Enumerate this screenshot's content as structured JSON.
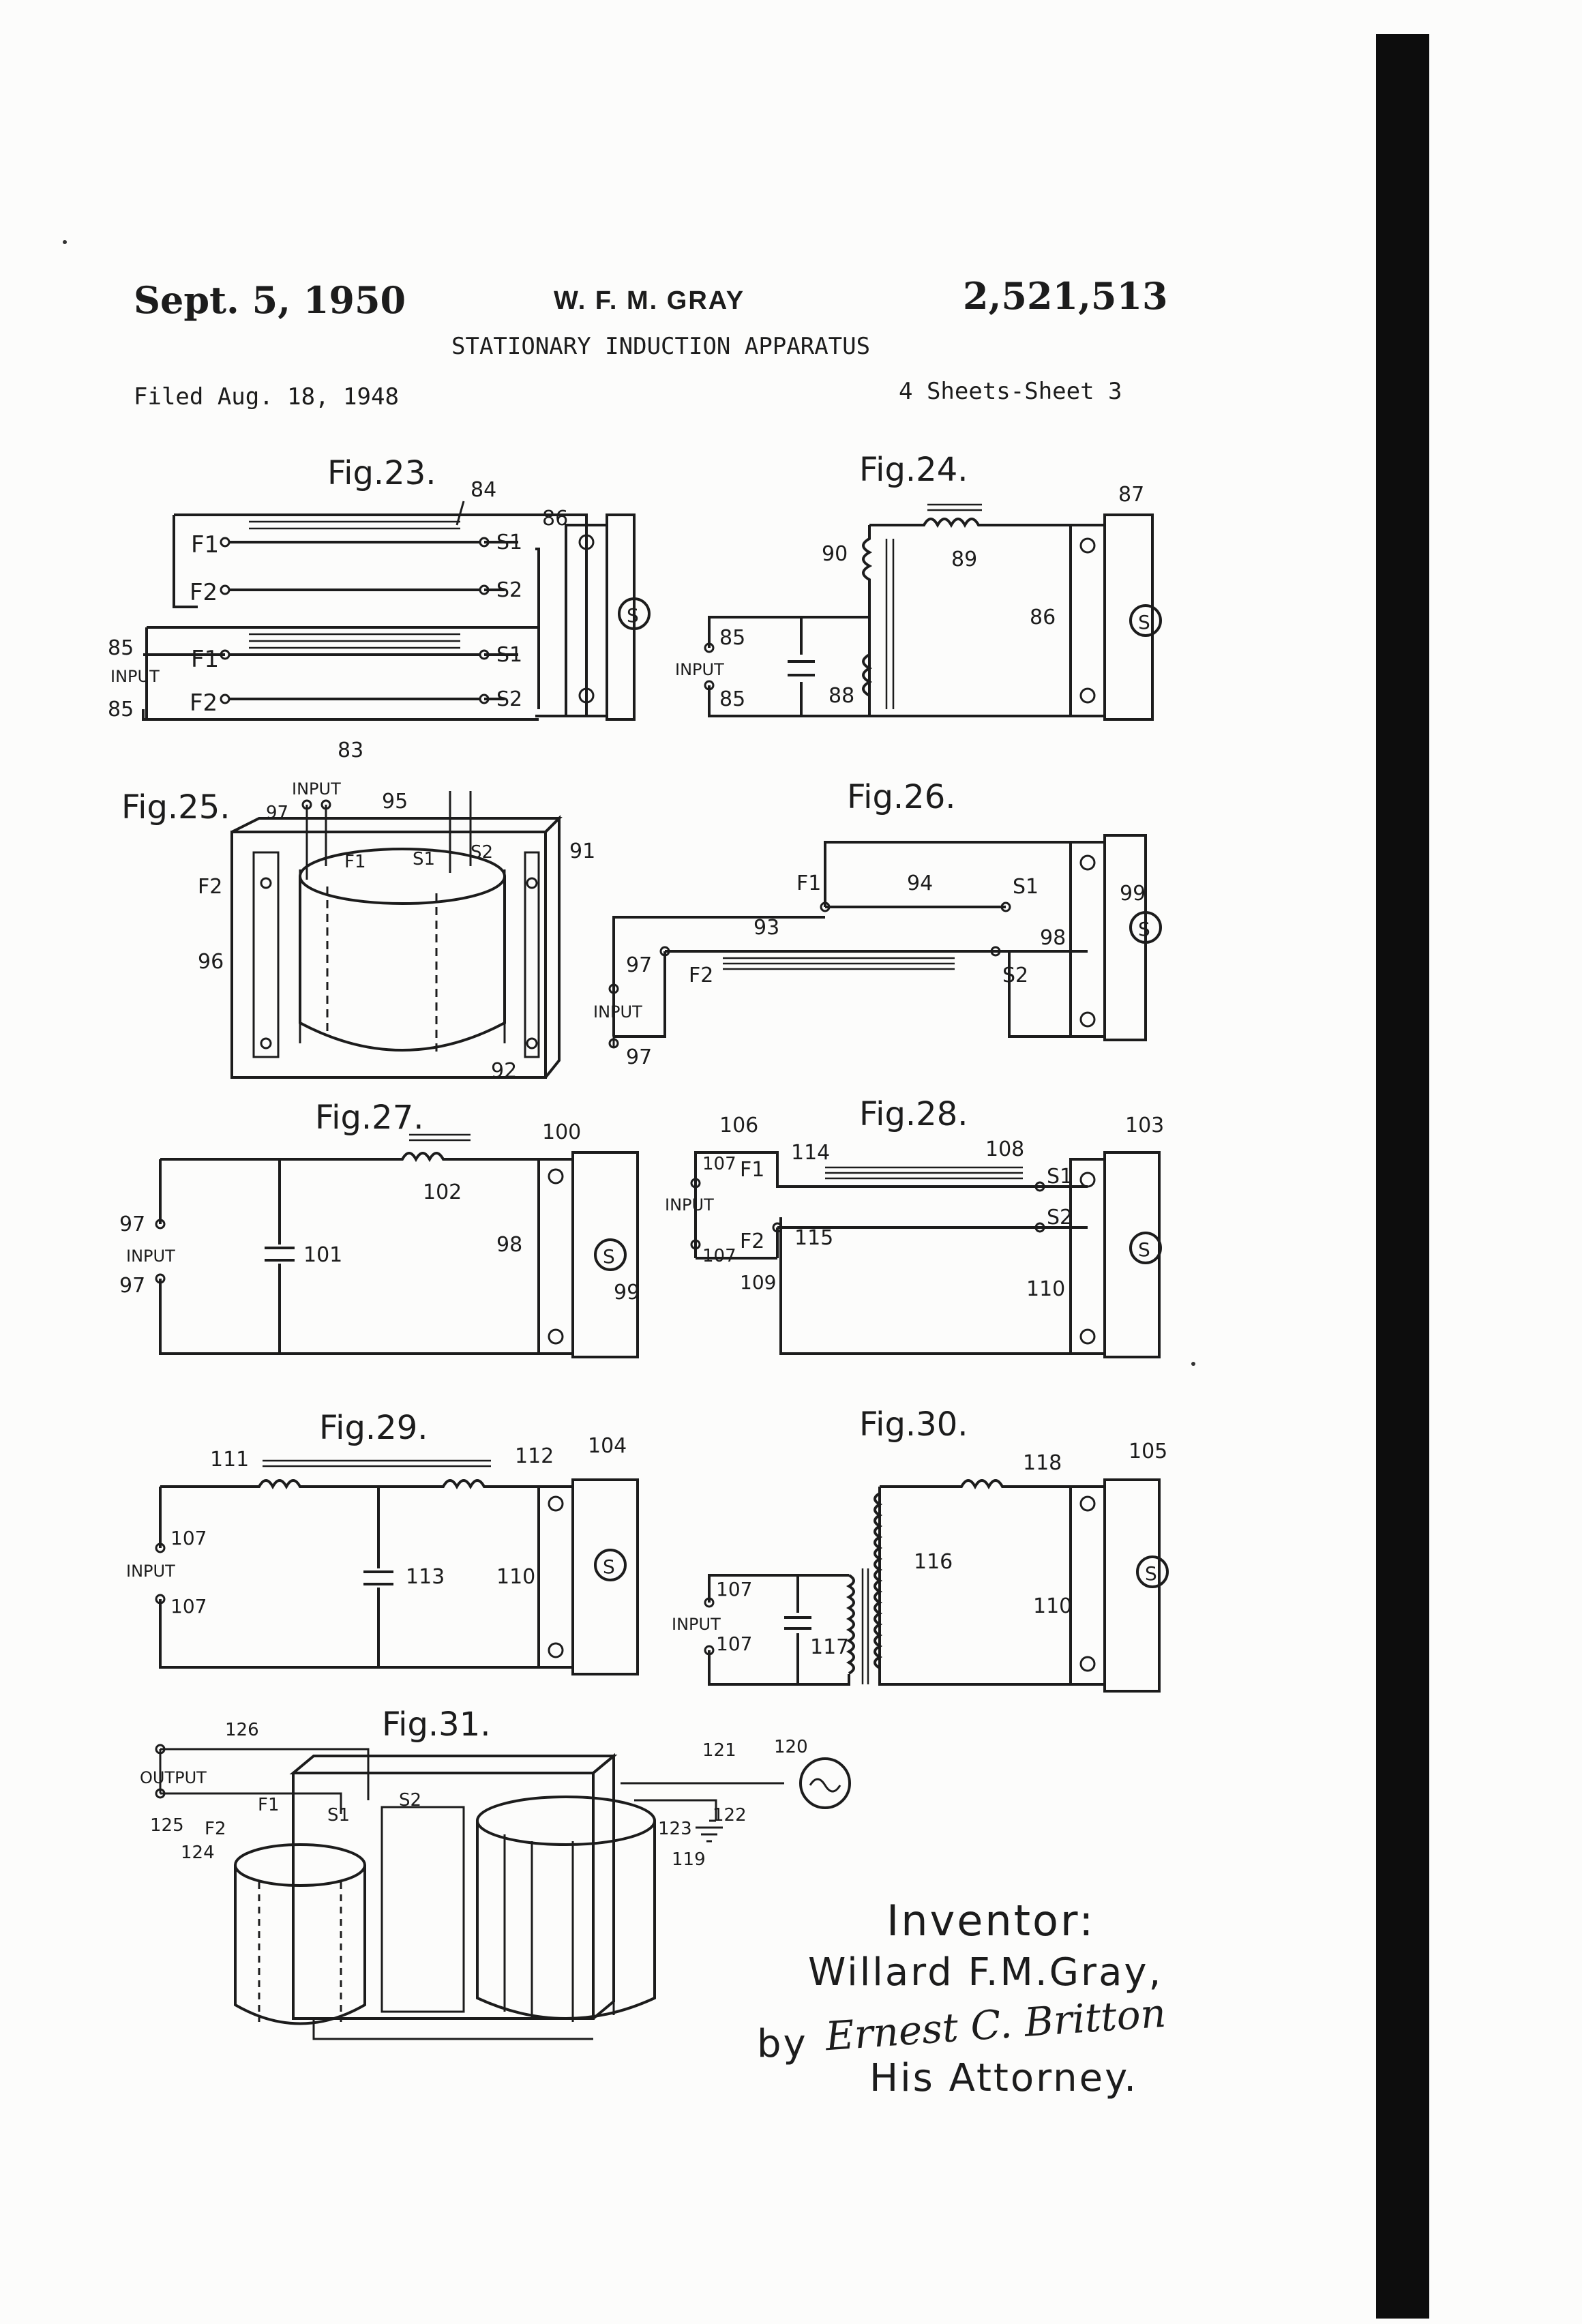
{
  "header": {
    "date": "Sept. 5, 1950",
    "inventor": "W. F. M. GRAY",
    "patent_number": "2,521,513",
    "title": "STATIONARY INDUCTION APPARATUS",
    "filed": "Filed Aug. 18, 1948",
    "sheets": "4 Sheets-Sheet 3"
  },
  "figures": [
    {
      "id": "fig23",
      "label": "Fig.23.",
      "refs": [
        "84",
        "86",
        "83",
        "85",
        "85"
      ],
      "terminals": [
        "F1",
        "S1",
        "F2",
        "S2",
        "F1",
        "S1",
        "F2",
        "S2"
      ],
      "input": "INPUT"
    },
    {
      "id": "fig24",
      "label": "Fig.24.",
      "refs": [
        "87",
        "89",
        "90",
        "86",
        "85",
        "85",
        "88"
      ],
      "input": "INPUT"
    },
    {
      "id": "fig25",
      "label": "Fig.25.",
      "refs": [
        "97",
        "95",
        "91",
        "96",
        "92"
      ],
      "terminals": [
        "F2",
        "F1",
        "S1",
        "S2"
      ],
      "input": "INPUT"
    },
    {
      "id": "fig26",
      "label": "Fig.26.",
      "refs": [
        "94",
        "99",
        "98",
        "93",
        "97",
        "97"
      ],
      "terminals": [
        "F1",
        "S1",
        "F2",
        "S2"
      ],
      "input": "INPUT"
    },
    {
      "id": "fig27",
      "label": "Fig.27.",
      "refs": [
        "100",
        "102",
        "97",
        "97",
        "101",
        "98",
        "99"
      ],
      "input": "INPUT"
    },
    {
      "id": "fig28",
      "label": "Fig.28.",
      "refs": [
        "106",
        "107",
        "107",
        "114",
        "108",
        "103",
        "115",
        "110",
        "109"
      ],
      "terminals": [
        "F1",
        "S1",
        "F2",
        "S2"
      ],
      "input": "INPUT"
    },
    {
      "id": "fig29",
      "label": "Fig.29.",
      "refs": [
        "111",
        "112",
        "104",
        "107",
        "107",
        "113",
        "110"
      ],
      "input": "INPUT"
    },
    {
      "id": "fig30",
      "label": "Fig.30.",
      "refs": [
        "118",
        "105",
        "116",
        "107",
        "107",
        "117",
        "110"
      ],
      "input": "INPUT"
    },
    {
      "id": "fig31",
      "label": "Fig.31.",
      "refs": [
        "126",
        "121",
        "120",
        "125",
        "124",
        "122",
        "123",
        "119"
      ],
      "terminals": [
        "F1",
        "F2",
        "S1",
        "S2"
      ],
      "output": "OUTPUT"
    }
  ],
  "signature": {
    "heading": "Inventor:",
    "name": "Willard F.M.Gray,",
    "by": "by",
    "attorney_sig": "Ernest C. Britton",
    "attorney": "His Attorney."
  }
}
